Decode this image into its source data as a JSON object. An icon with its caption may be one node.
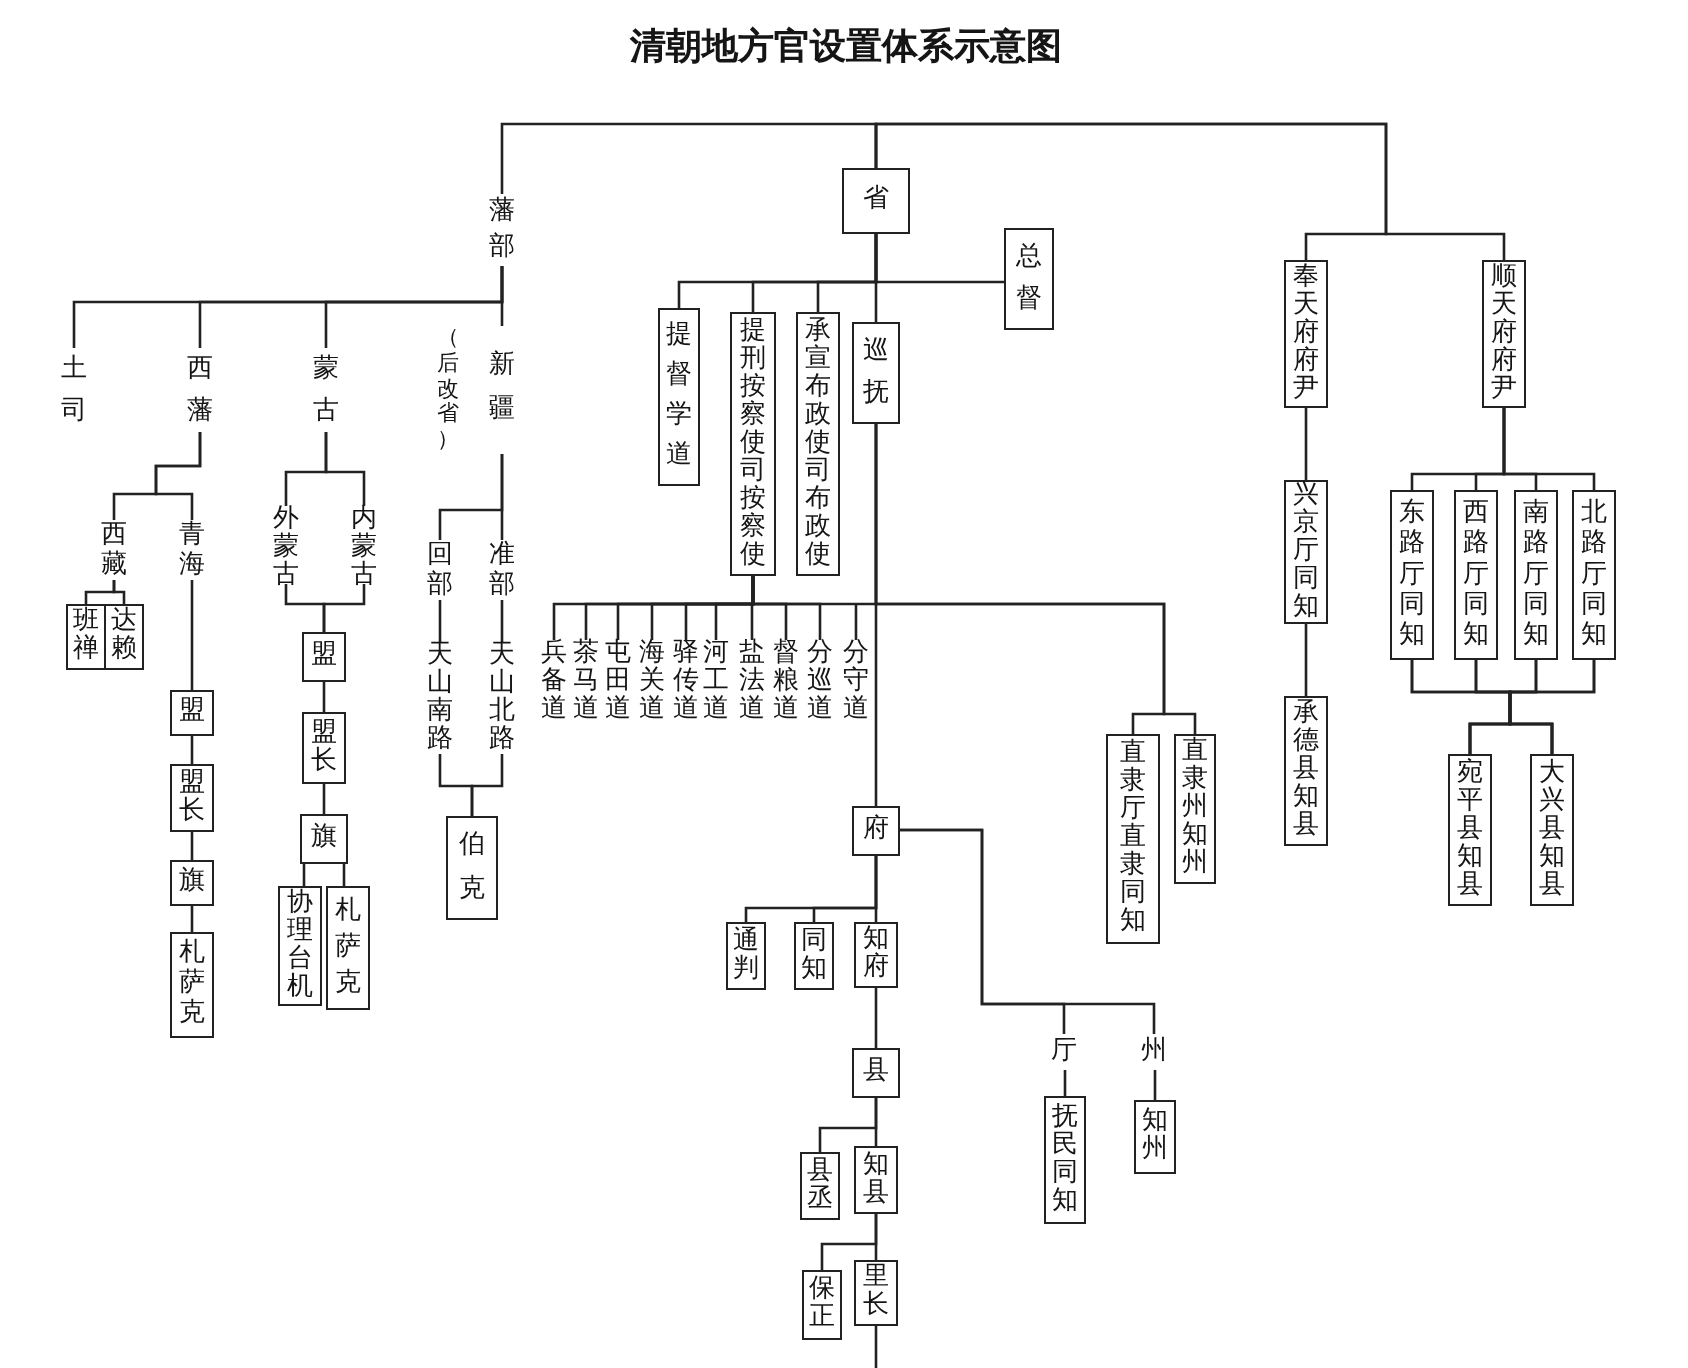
{
  "diagram": {
    "title": "清朝地方官设置体系示意图",
    "nodes": [
      {
        "text": [
          "藩部"
        ]
      },
      {
        "text": [
          "省"
        ]
      },
      {
        "text": [
          "总督"
        ]
      },
      {
        "text": [
          "奉天府府尹"
        ]
      },
      {
        "text": [
          "顺天府府尹"
        ]
      },
      {
        "text": [
          "土司"
        ]
      },
      {
        "text": [
          "西藩"
        ]
      },
      {
        "text": [
          "蒙古"
        ]
      },
      {
        "text": [
          "新疆"
        ],
        "beside": [
          "（后改省）"
        ]
      },
      {
        "text": [
          "提督学道"
        ]
      },
      {
        "text": [
          "提刑按察使司按察使"
        ]
      },
      {
        "text": [
          "承宣布政使司布政使"
        ]
      },
      {
        "text": [
          "巡抚"
        ]
      },
      {
        "text": [
          "西藏"
        ]
      },
      {
        "text": [
          "青海"
        ]
      },
      {
        "text": [
          "外蒙古"
        ]
      },
      {
        "text": [
          "内蒙古"
        ]
      },
      {
        "text": [
          "回部"
        ]
      },
      {
        "text": [
          "准部"
        ]
      },
      {
        "text": [
          "兴京厅同知"
        ]
      },
      {
        "text": [
          "东路厅同知"
        ]
      },
      {
        "text": [
          "西路厅同知"
        ]
      },
      {
        "text": [
          "南路厅同知"
        ]
      },
      {
        "text": [
          "北路厅同知"
        ]
      },
      {
        "text": [
          "班禅"
        ]
      },
      {
        "text": [
          "达赖"
        ]
      },
      {
        "text": [
          "盟"
        ]
      },
      {
        "text": [
          "天山南路"
        ]
      },
      {
        "text": [
          "天山北路"
        ]
      },
      {
        "text": [
          "兵备道"
        ]
      },
      {
        "text": [
          "茶马道"
        ]
      },
      {
        "text": [
          "屯田道"
        ]
      },
      {
        "text": [
          "海关道"
        ]
      },
      {
        "text": [
          "驿传道"
        ]
      },
      {
        "text": [
          "河工道"
        ]
      },
      {
        "text": [
          "盐法道"
        ]
      },
      {
        "text": [
          "督粮道"
        ]
      },
      {
        "text": [
          "分巡道"
        ]
      },
      {
        "text": [
          "分守道"
        ]
      },
      {
        "text": [
          "盟"
        ]
      },
      {
        "text": [
          "承德县知县"
        ]
      },
      {
        "text": [
          "盟长"
        ]
      },
      {
        "text": [
          "直隶厅直隶同知"
        ]
      },
      {
        "text": [
          "直隶州知州"
        ]
      },
      {
        "text": [
          "宛平县知县"
        ]
      },
      {
        "text": [
          "大兴县知县"
        ]
      },
      {
        "text": [
          "盟长"
        ]
      },
      {
        "text": [
          "府"
        ]
      },
      {
        "text": [
          "旗"
        ]
      },
      {
        "text": [
          "伯克"
        ]
      },
      {
        "text": [
          "旗"
        ]
      },
      {
        "text": [
          "协理台机"
        ]
      },
      {
        "text": [
          "札萨克"
        ]
      },
      {
        "text": [
          "通判"
        ]
      },
      {
        "text": [
          "同知"
        ]
      },
      {
        "text": [
          "知府"
        ]
      },
      {
        "text": [
          "札萨克"
        ]
      },
      {
        "text": [
          "厅"
        ]
      },
      {
        "text": [
          "州"
        ]
      },
      {
        "text": [
          "县"
        ]
      },
      {
        "text": [
          "抚民同知"
        ]
      },
      {
        "text": [
          "知州"
        ]
      },
      {
        "text": [
          "县丞"
        ]
      },
      {
        "text": [
          "知县"
        ]
      },
      {
        "text": [
          "保正"
        ]
      },
      {
        "text": [
          "里长"
        ]
      }
    ],
    "edges": [
      {
        "from": 0,
        "to": 1,
        "arrow": "none"
      },
      {
        "from": 1,
        "to": 3,
        "arrow": "none"
      },
      {
        "from": 1,
        "to": 4,
        "arrow": "none"
      },
      {
        "from": 0,
        "to": 5,
        "arrow": "none"
      },
      {
        "from": 0,
        "to": 6,
        "arrow": "none"
      },
      {
        "from": 0,
        "to": 7,
        "arrow": "none"
      },
      {
        "from": 0,
        "to": 8,
        "arrow": "none"
      },
      {
        "from": 1,
        "to": 2,
        "arrow": "none"
      },
      {
        "from": 1,
        "to": 9,
        "arrow": "none"
      },
      {
        "from": 1,
        "to": 10,
        "arrow": "none"
      },
      {
        "from": 1,
        "to": 11,
        "arrow": "none"
      },
      {
        "from": 1,
        "to": 12,
        "arrow": "none"
      },
      {
        "from": 3,
        "to": 19,
        "arrow": "none"
      },
      {
        "from": 4,
        "to": 20,
        "arrow": "none"
      },
      {
        "from": 4,
        "to": 21,
        "arrow": "none"
      },
      {
        "from": 4,
        "to": 22,
        "arrow": "none"
      },
      {
        "from": 4,
        "to": 23,
        "arrow": "none"
      },
      {
        "from": 6,
        "to": 13,
        "arrow": "none"
      },
      {
        "from": 6,
        "to": 14,
        "arrow": "none"
      },
      {
        "from": 7,
        "to": 15,
        "arrow": "none"
      },
      {
        "from": 7,
        "to": 16,
        "arrow": "none"
      },
      {
        "from": 8,
        "to": 17,
        "arrow": "none"
      },
      {
        "from": 8,
        "to": 18,
        "arrow": "none"
      },
      {
        "from": 13,
        "to": 24,
        "arrow": "none"
      },
      {
        "from": 13,
        "to": 25,
        "arrow": "none"
      },
      {
        "from": 14,
        "to": 39,
        "arrow": "none"
      },
      {
        "from": 15,
        "to": 26,
        "arrow": "none"
      },
      {
        "from": 16,
        "to": 26,
        "arrow": "none"
      },
      {
        "from": 17,
        "to": 27,
        "arrow": "none"
      },
      {
        "from": 18,
        "to": 28,
        "arrow": "none"
      },
      {
        "from": 10,
        "to": 29,
        "arrow": "none"
      },
      {
        "from": 10,
        "to": 30,
        "arrow": "none"
      },
      {
        "from": 10,
        "to": 31,
        "arrow": "none"
      },
      {
        "from": 10,
        "to": 32,
        "arrow": "none"
      },
      {
        "from": 10,
        "to": 33,
        "arrow": "none"
      },
      {
        "from": 10,
        "to": 34,
        "arrow": "none"
      },
      {
        "from": 10,
        "to": 35,
        "arrow": "none"
      },
      {
        "from": 10,
        "to": 36,
        "arrow": "none"
      },
      {
        "from": 10,
        "to": 37,
        "arrow": "none"
      },
      {
        "from": 10,
        "to": 38,
        "arrow": "none"
      },
      {
        "from": 12,
        "to": 47,
        "arrow": "none"
      },
      {
        "from": 12,
        "to": 42,
        "arrow": "none"
      },
      {
        "from": 12,
        "to": 43,
        "arrow": "none"
      },
      {
        "from": 19,
        "to": 40,
        "arrow": "none"
      },
      {
        "from": 20,
        "to": 44,
        "arrow": "none"
      },
      {
        "from": 20,
        "to": 45,
        "arrow": "none"
      },
      {
        "from": 21,
        "to": 44,
        "arrow": "none"
      },
      {
        "from": 21,
        "to": 45,
        "arrow": "none"
      },
      {
        "from": 22,
        "to": 44,
        "arrow": "none"
      },
      {
        "from": 22,
        "to": 45,
        "arrow": "none"
      },
      {
        "from": 23,
        "to": 44,
        "arrow": "none"
      },
      {
        "from": 23,
        "to": 45,
        "arrow": "none"
      },
      {
        "from": 39,
        "to": 46,
        "arrow": "none"
      },
      {
        "from": 46,
        "to": 50,
        "arrow": "none"
      },
      {
        "from": 50,
        "to": 56,
        "arrow": "none"
      },
      {
        "from": 26,
        "to": 41,
        "arrow": "none"
      },
      {
        "from": 41,
        "to": 48,
        "arrow": "none"
      },
      {
        "from": 48,
        "to": 51,
        "arrow": "none"
      },
      {
        "from": 48,
        "to": 52,
        "arrow": "none"
      },
      {
        "from": 27,
        "to": 49,
        "arrow": "none"
      },
      {
        "from": 28,
        "to": 49,
        "arrow": "none"
      },
      {
        "from": 47,
        "to": 53,
        "arrow": "none"
      },
      {
        "from": 47,
        "to": 54,
        "arrow": "none"
      },
      {
        "from": 47,
        "to": 55,
        "arrow": "none"
      },
      {
        "from": 47,
        "to": 57,
        "arrow": "none"
      },
      {
        "from": 47,
        "to": 58,
        "arrow": "none"
      },
      {
        "from": 57,
        "to": 60,
        "arrow": "none"
      },
      {
        "from": 58,
        "to": 61,
        "arrow": "none"
      },
      {
        "from": 55,
        "to": 59,
        "arrow": "none"
      },
      {
        "from": 59,
        "to": 62,
        "arrow": "none"
      },
      {
        "from": 59,
        "to": 63,
        "arrow": "none"
      },
      {
        "from": 63,
        "to": 64,
        "arrow": "none"
      },
      {
        "from": 63,
        "to": 65,
        "arrow": "none"
      },
      {
        "from": 65,
        "to": null,
        "arrow": "none"
      }
    ]
  }
}
